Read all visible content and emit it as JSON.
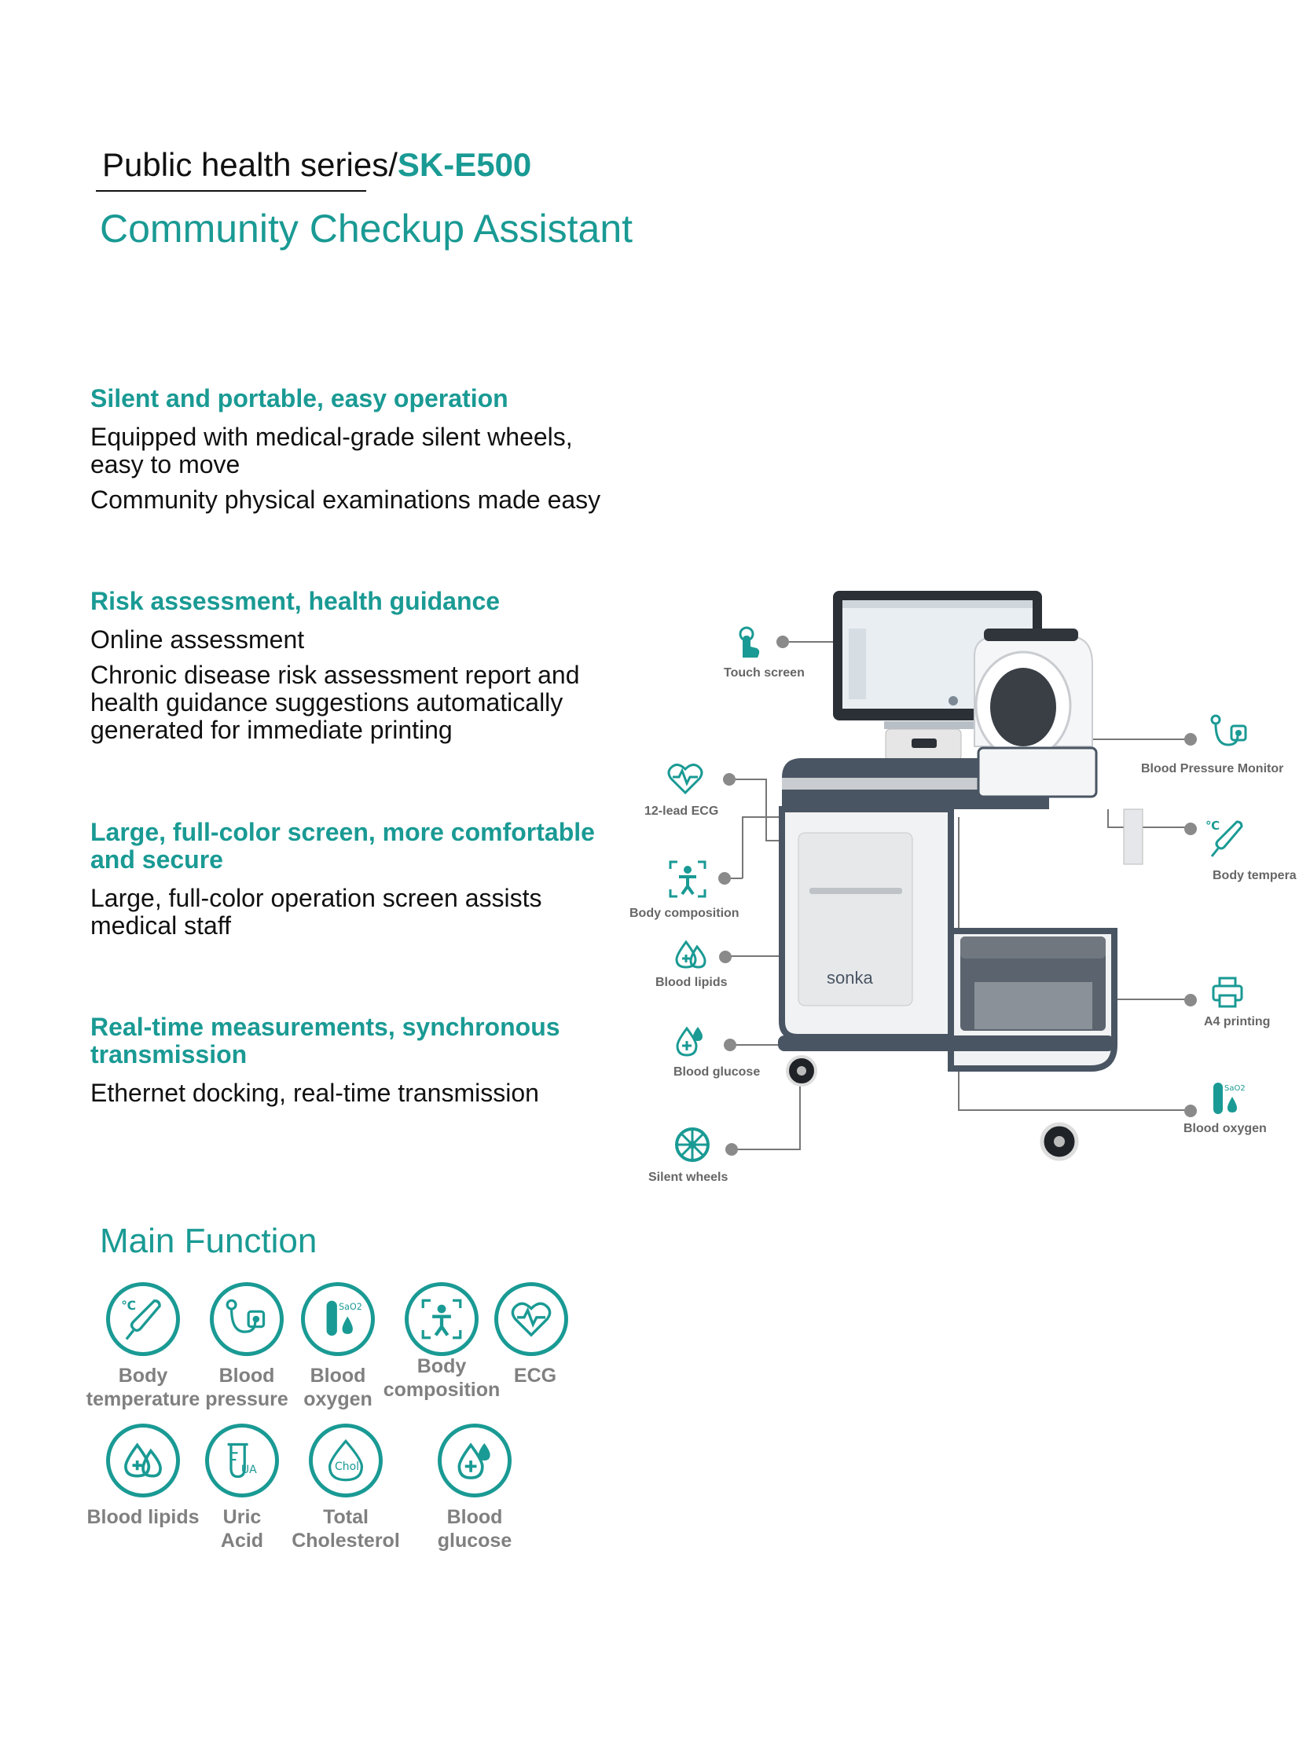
{
  "header": {
    "series_prefix": "Public health series/",
    "model": "SK-E500",
    "subtitle": "Community Checkup Assistant"
  },
  "features": [
    {
      "title": "Silent and portable, easy operation",
      "lines": [
        "Equipped with medical-grade silent wheels, easy to move",
        "Community physical examinations made easy"
      ]
    },
    {
      "title": "Risk assessment, health guidance",
      "lines": [
        "Online assessment",
        "Chronic disease risk assessment report and health guidance suggestions automatically generated for immediate printing"
      ]
    },
    {
      "title": "Large, full-color screen, more comfortable and secure",
      "lines": [
        "Large, full-color operation screen assists medical staff"
      ]
    },
    {
      "title": "Real-time measurements, synchronous transmission",
      "lines": [
        "Ethernet docking, real-time transmission"
      ]
    }
  ],
  "device": {
    "brand": "sonka",
    "callouts": [
      {
        "label": "Touch screen",
        "icon": "touch-screen-icon"
      },
      {
        "label": "12-lead ECG",
        "icon": "ecg-icon"
      },
      {
        "label": "Body composition",
        "icon": "body-composition-icon"
      },
      {
        "label": "Blood lipids",
        "icon": "blood-lipids-icon"
      },
      {
        "label": "Blood glucose",
        "icon": "blood-glucose-icon"
      },
      {
        "label": "Silent wheels",
        "icon": "wheel-icon"
      },
      {
        "label": "Blood Pressure Monitor",
        "icon": "blood-pressure-icon"
      },
      {
        "label": "Body tempera",
        "icon": "thermometer-icon"
      },
      {
        "label": "A4 printing",
        "icon": "printer-icon"
      },
      {
        "label": "Blood oxygen",
        "icon": "blood-oxygen-icon"
      }
    ]
  },
  "main_function": {
    "title": "Main Function",
    "items": [
      {
        "label": "Body temperature",
        "icon": "thermometer-icon"
      },
      {
        "label": "Blood pressure",
        "icon": "blood-pressure-icon"
      },
      {
        "label": "Blood oxygen",
        "icon": "blood-oxygen-icon"
      },
      {
        "label": "Body composition",
        "icon": "body-composition-icon"
      },
      {
        "label": "ECG",
        "icon": "ecg-icon"
      },
      {
        "label": "Blood lipids",
        "icon": "blood-lipids-icon"
      },
      {
        "label": "Uric Acid",
        "icon": "uric-acid-icon"
      },
      {
        "label": "Total Cholesterol",
        "icon": "cholesterol-icon"
      },
      {
        "label": "Blood glucose",
        "icon": "blood-glucose-icon"
      }
    ],
    "icon_text": {
      "sao2": "SaO2",
      "ua": "UA",
      "chol": "Chol",
      "celsius": "℃"
    }
  },
  "colors": {
    "accent": "#1a9a94",
    "label_gray": "#808080",
    "device_dark": "#4a5563"
  }
}
